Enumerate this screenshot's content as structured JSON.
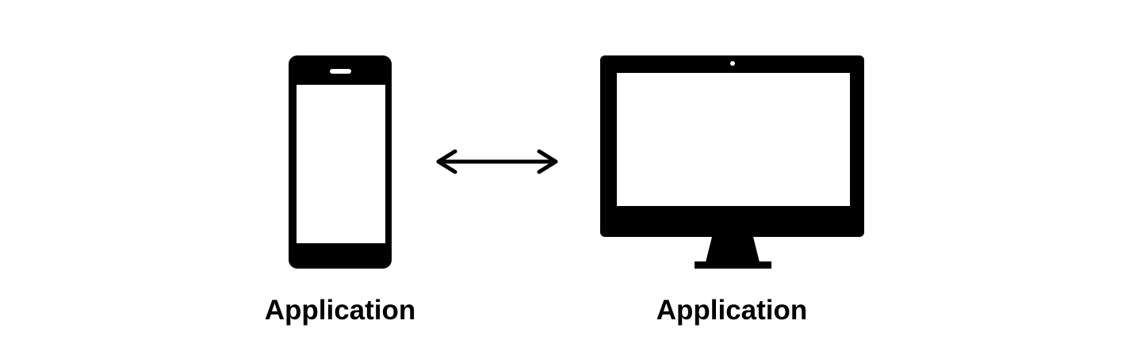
{
  "nodes": [
    {
      "id": "phone",
      "icon": "smartphone-icon",
      "label": "Application"
    },
    {
      "id": "desktop",
      "icon": "desktop-monitor-icon",
      "label": "Application"
    }
  ],
  "connector": {
    "icon": "bidirectional-arrow-icon",
    "direction": "both"
  },
  "colors": {
    "foreground": "#000000",
    "background": "#ffffff"
  }
}
